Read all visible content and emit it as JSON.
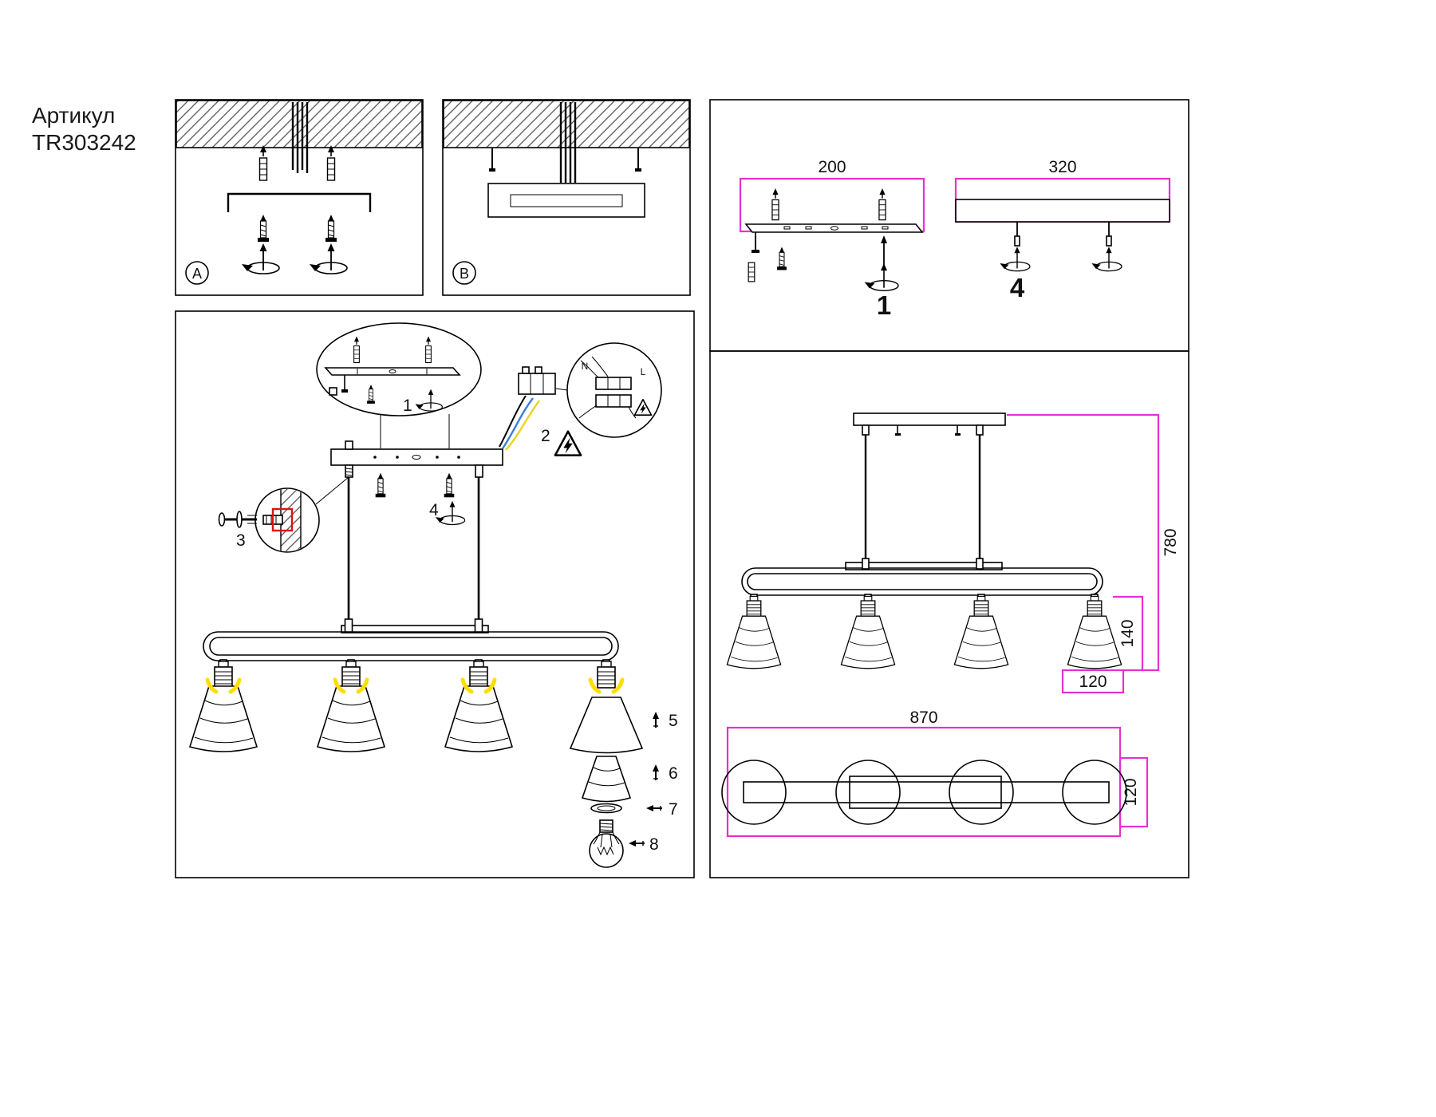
{
  "article": {
    "label": "Артикул",
    "code": "TR303242"
  },
  "panels": {
    "a_label": "A",
    "b_label": "B"
  },
  "assembly_steps": {
    "s1": "1",
    "s2": "2",
    "s3": "3",
    "s4": "4",
    "s5": "5",
    "s6": "6",
    "s7": "7",
    "s8": "8"
  },
  "wiring": {
    "neutral_label": "N",
    "live_label": "L"
  },
  "parts_panel": {
    "mounting_plate": {
      "number": "1",
      "dimension_mm": "200"
    },
    "canopy": {
      "number": "4",
      "dimension_mm": "320"
    }
  },
  "dimensions_panel": {
    "overall_height_mm": "780",
    "shade_height_mm": "140",
    "shade_diameter_mm": "120",
    "fixture_length_mm": "870",
    "fixture_depth_mm": "120"
  },
  "colors": {
    "dimension_line": "#e631d1",
    "detail_highlight": "#e01010",
    "wire_blue": "#3c7dd9",
    "wire_yellow": "#e8d51e",
    "socket_glow": "#ffdd00",
    "ink": "#000000"
  }
}
